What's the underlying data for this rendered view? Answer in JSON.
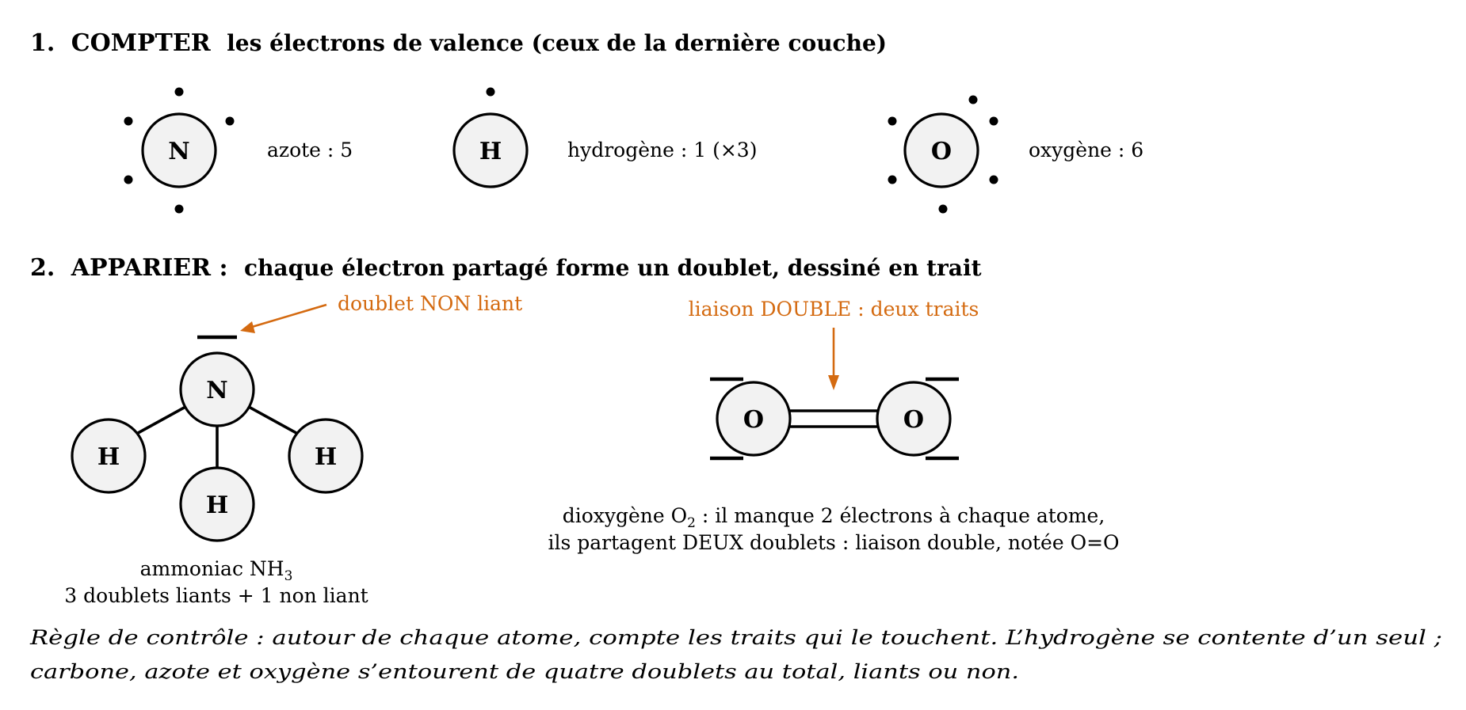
{
  "section1": {
    "heading_num": "1.",
    "heading_keyword": "COMPTER",
    "heading_rest": "les électrons de valence (ceux de la dernière couche)",
    "atoms": [
      {
        "symbol": "N",
        "label": "azote : 5",
        "electrons": 5
      },
      {
        "symbol": "H",
        "label": "hydrogène : 1 (×3)",
        "electrons": 1
      },
      {
        "symbol": "O",
        "label": "oxygène : 6",
        "electrons": 6
      }
    ]
  },
  "section2": {
    "heading_num": "2.",
    "heading_keyword": "APPARIER :",
    "heading_rest": "chaque électron partagé forme un doublet, dessiné en trait",
    "ammonia": {
      "central": "N",
      "hydrogens": [
        "H",
        "H",
        "H"
      ],
      "annotation": "doublet NON liant",
      "caption_prefix": "ammoniac NH",
      "caption_sub": "3",
      "caption_line2": "3 doublets liants + 1 non liant"
    },
    "dioxygen": {
      "atoms": [
        "O",
        "O"
      ],
      "annotation": "liaison DOUBLE : deux traits",
      "caption_line1_prefix": "dioxygène O",
      "caption_line1_sub": "2",
      "caption_line1_rest": " : il manque 2 électrons à chaque atome,",
      "caption_line2": "ils partagent DEUX doublets : liaison double, notée O=O"
    }
  },
  "rule": {
    "line1": "Règle de contrôle : autour de chaque atome, compte les traits qui le touchent. L’hydrogène se contente d’un seul ;",
    "line2": "carbone, azote et oxygène s’entourent de quatre doublets au total, liants ou non."
  },
  "colors": {
    "accent": "#d46a10",
    "atom_fill": "#f2f2f2",
    "ink": "#000000"
  }
}
